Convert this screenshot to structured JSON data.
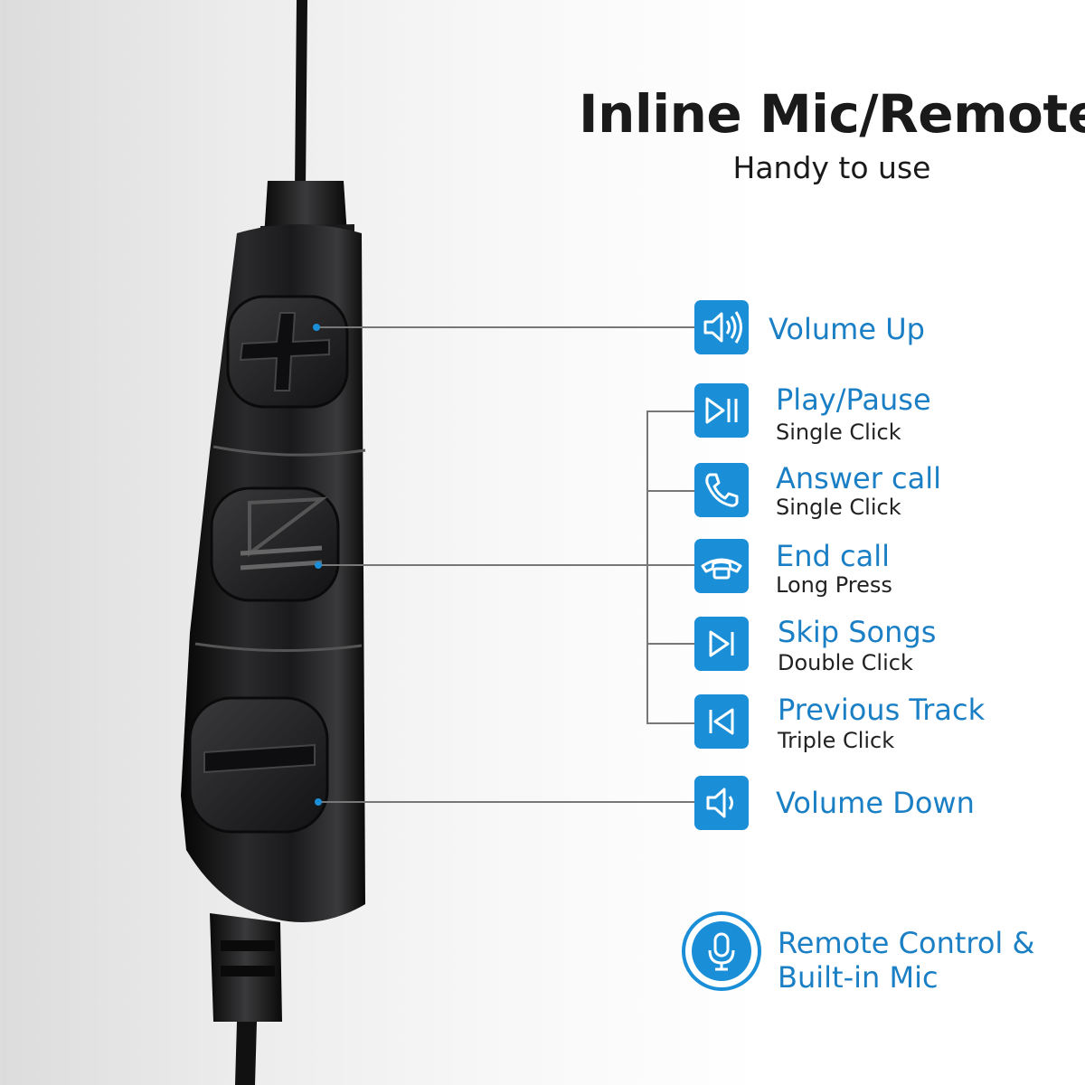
{
  "header": {
    "title": "Inline Mic/Remote",
    "subtitle": "Handy to use"
  },
  "features": [
    {
      "icon": "volume-up-icon",
      "label": "Volume Up",
      "detail": ""
    },
    {
      "icon": "play-pause-icon",
      "label": "Play/Pause",
      "detail": "Single Click"
    },
    {
      "icon": "phone-icon",
      "label": "Answer call",
      "detail": "Single Click"
    },
    {
      "icon": "hang-up-icon",
      "label": "End call",
      "detail": "Long Press"
    },
    {
      "icon": "skip-next-icon",
      "label": "Skip Songs",
      "detail": "Double Click"
    },
    {
      "icon": "skip-previous-icon",
      "label": "Previous Track",
      "detail": "Triple Click"
    },
    {
      "icon": "volume-down-icon",
      "label": "Volume Down",
      "detail": ""
    }
  ],
  "footer": {
    "icon": "microphone-icon",
    "line1": "Remote Control &",
    "line2": "Built-in Mic"
  },
  "colors": {
    "accent": "#1a8fd8",
    "label": "#1a7fc4",
    "remote_body": "#1c1c1e"
  }
}
